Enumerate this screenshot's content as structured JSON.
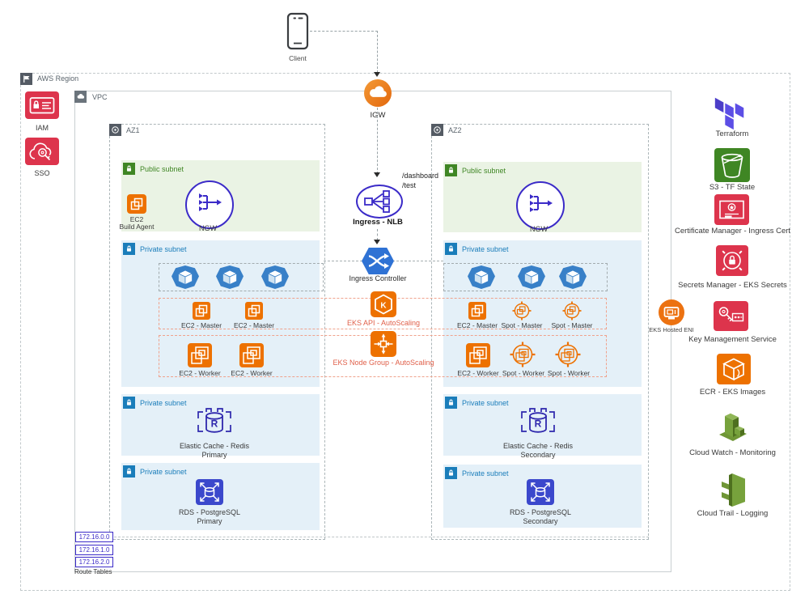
{
  "client": {
    "label": "Client"
  },
  "igw": {
    "label": "IGW"
  },
  "nlb": {
    "label": "Ingress - NLB",
    "route1": "/dashboard",
    "route2": "/test"
  },
  "ingress_controller": {
    "label": "Ingress Controller"
  },
  "eks": {
    "api_label": "EKS API - AutoScaling",
    "nodegroup_label": "EKS Node Group - AutoScaling",
    "eni_label": "EKS Hosted ENI",
    "hex_letter": "K"
  },
  "region": {
    "label": "AWS Region"
  },
  "vpc": {
    "label": "VPC"
  },
  "iam": {
    "label": "IAM"
  },
  "sso": {
    "label": "SSO"
  },
  "az1": {
    "label": "AZ1",
    "public_label": "Public subnet",
    "build_agent1": "EC2",
    "build_agent2": "Build Agent",
    "ngw": "NGW",
    "private1_label": "Private subnet",
    "master1": "EC2 - Master",
    "master2": "EC2 - Master",
    "worker1": "EC2 - Worker",
    "worker2": "EC2 - Worker",
    "private2_label": "Private subnet",
    "cache1": "Elastic Cache - Redis",
    "cache2": "Primary",
    "redis_letter": "R",
    "private3_label": "Private subnet",
    "rds1": "RDS - PostgreSQL",
    "rds2": "Primary"
  },
  "az2": {
    "label": "AZ2",
    "public_label": "Public subnet",
    "ngw": "NGW",
    "private1_label": "Private subnet",
    "master1": "EC2 - Master",
    "master2": "Spot - Master",
    "master3": "Spot - Master",
    "worker1": "EC2 - Worker",
    "worker2": "Spot - Worker",
    "worker3": "Spot - Worker",
    "private2_label": "Private subnet",
    "cache1": "Elastic Cache - Redis",
    "cache2": "Secondary",
    "redis_letter": "R",
    "private3_label": "Private subnet",
    "rds1": "RDS - PostgreSQL",
    "rds2": "Secondary"
  },
  "route_tables": {
    "label": "Route Tables",
    "e0": "172.16.0.0",
    "e1": "172.16.1.0",
    "e2": "172.16.2.0"
  },
  "rail": {
    "terraform": "Terraform",
    "s3": "S3 - TF State",
    "acm": "Certificate Manager - Ingress Cert",
    "secrets": "Secrets Manager - EKS Secrets",
    "kms": "Key Management Service",
    "ecr": "ECR - EKS Images",
    "cloudwatch": "Cloud Watch - Monitoring",
    "cloudtrail": "Cloud Trail - Logging"
  },
  "colors": {
    "orange": "#ED7100",
    "red": "#DD344C",
    "indigo": "#3B2BC8",
    "rds_blue": "#3B48CC",
    "pod_blue": "#3880C8",
    "k8s_blue": "#2F72D4",
    "green": "#3F8624",
    "subnet_blue": "#1A7DBA",
    "olive": "#759C3E",
    "terraform_purple": "#5C4EE5",
    "salmon": "#E0604A"
  }
}
